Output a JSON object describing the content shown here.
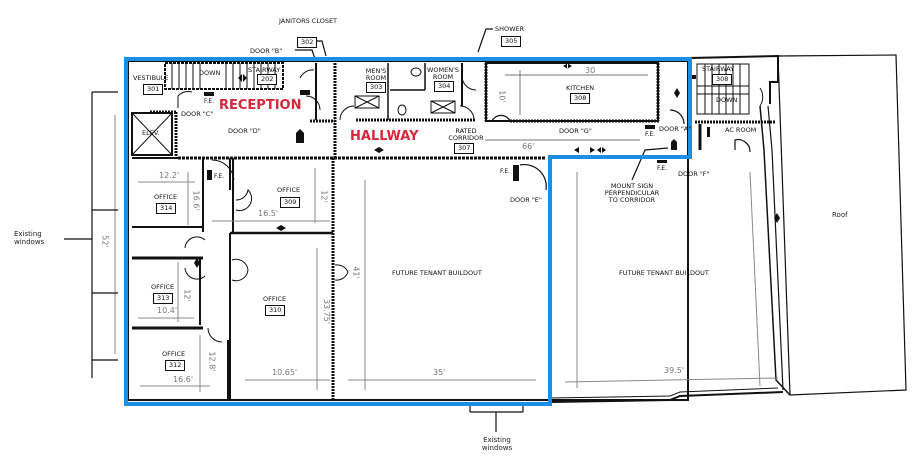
{
  "plan": {
    "highlight_color": "#1b8fe3",
    "accent_text_color": "#d6273b",
    "zones": {
      "reception": "RECEPTION",
      "hallway": "HALLWAY"
    },
    "rooms": [
      {
        "name": "VESTIBULE",
        "number": "301"
      },
      {
        "name": "STAIRWAY",
        "number": "202",
        "extra": "DOWN"
      },
      {
        "name": "JANITORS CLOSET",
        "number": "302"
      },
      {
        "name": "MEN'S ROOM",
        "number": "303"
      },
      {
        "name": "WOMEN'S ROOM",
        "number": "304"
      },
      {
        "name": "SHOWER",
        "number": "305"
      },
      {
        "name": "RATED CORRIDOR",
        "number": "307"
      },
      {
        "name": "KITCHEN",
        "number": "308"
      },
      {
        "name": "STAIRWAY",
        "number": "308",
        "extra": "DOWN"
      },
      {
        "name": "AC ROOM"
      },
      {
        "name": "OFFICE",
        "number": "309"
      },
      {
        "name": "OFFICE",
        "number": "310"
      },
      {
        "name": "OFFICE",
        "number": "312"
      },
      {
        "name": "OFFICE",
        "number": "313"
      },
      {
        "name": "OFFICE",
        "number": "314"
      },
      {
        "name": "ELEV."
      },
      {
        "name": "FUTURE TENANT BUILDOUT"
      },
      {
        "name": "FUTURE TENANT BUILDOUT"
      },
      {
        "name": "Roof"
      }
    ],
    "doors": {
      "a": "DOOR \"A\"",
      "b": "DOOR \"B\"",
      "c": "DOOR \"C\"",
      "d": "DOOR \"D\"",
      "e": "DOOR \"E\"",
      "f": "DOOR \"F\"",
      "g": "DOOR \"G\""
    },
    "fire_extinguisher": "F.E.",
    "dimensions": {
      "kitchen_width": "30",
      "kitchen_depth": "10'",
      "corridor_length": "66'",
      "office_314_w": "12.2'",
      "office_314_d": "16.6'",
      "office_309_w": "16.5'",
      "office_309_d": "12'",
      "office_313_w": "10.4'",
      "office_313_d": "12'",
      "office_312_w": "16.6'",
      "office_312_d": "12.8'",
      "office_310_w": "10.65'",
      "office_310_d": "33.75'",
      "tenant1_w": "35'",
      "tenant1_d": "41'",
      "tenant2_w": "39.5'",
      "west_wall": "52'"
    },
    "notes": {
      "existing_windows_west": "Existing windows",
      "existing_windows_south": "Existing windows",
      "mount_sign": "MOUNT SIGN PERPENDICULAR TO CORRIDOR"
    }
  }
}
